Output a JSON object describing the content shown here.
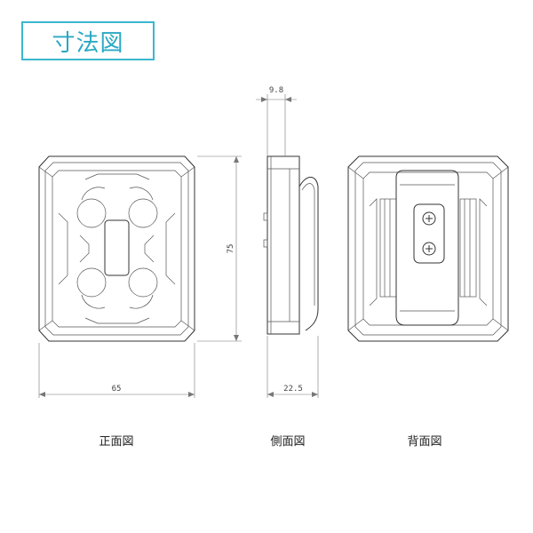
{
  "title": "寸法図",
  "dimensions": {
    "front_width": "65",
    "front_height": "75",
    "side_top": "9.8",
    "side_depth": "22.5"
  },
  "labels": {
    "front": "正面図",
    "side": "側面図",
    "back": "背面図"
  },
  "colors": {
    "accent": "#3bb7cf",
    "line": "#333333"
  }
}
